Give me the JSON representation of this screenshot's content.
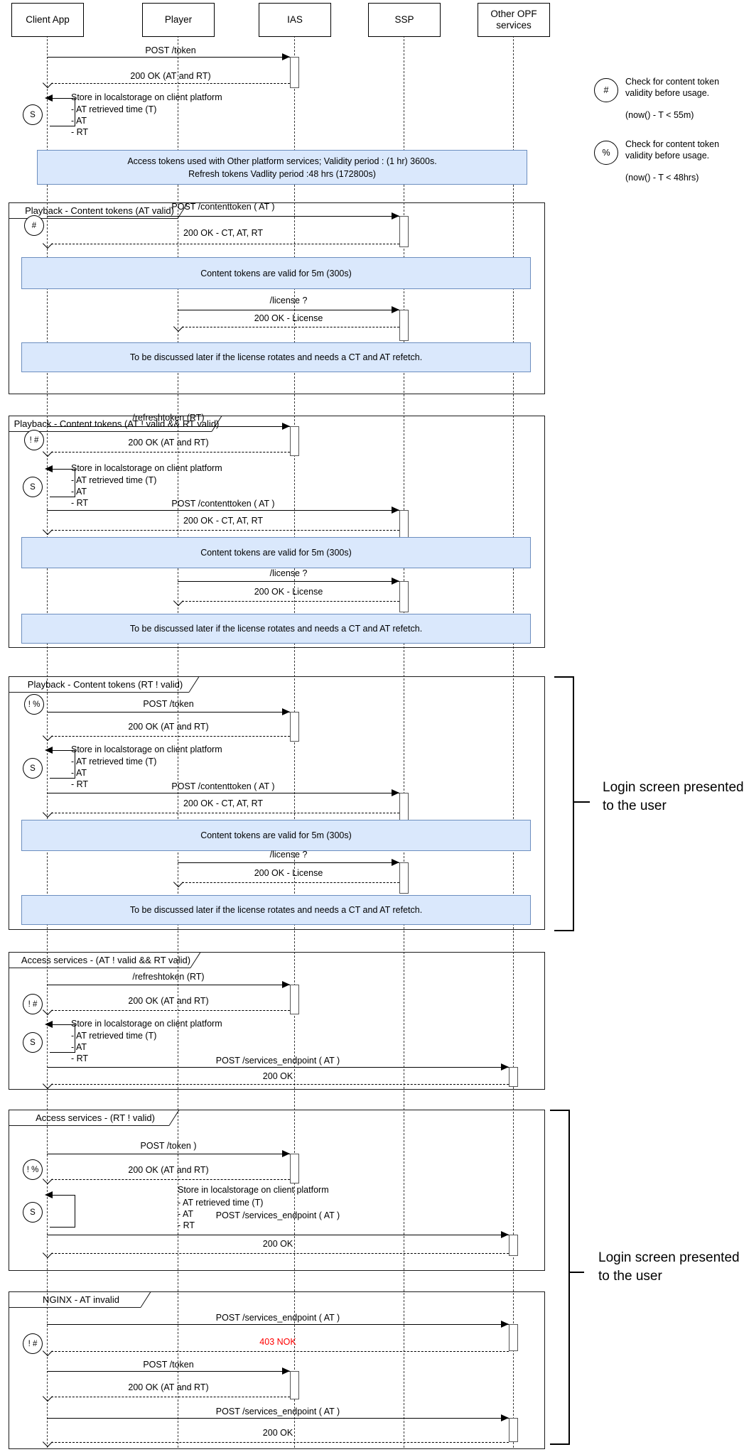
{
  "actors": [
    {
      "l1": "Client App",
      "l2": ""
    },
    {
      "l1": "Player",
      "l2": ""
    },
    {
      "l1": "IAS",
      "l2": ""
    },
    {
      "l1": "SSP",
      "l2": ""
    },
    {
      "l1": "Other OPF",
      "l2": "services"
    }
  ],
  "legend": {
    "hash": {
      "symbol": "#",
      "text1": "Check for content token",
      "text2": "validity before usage.",
      "cond": "(now() - T < 55m)"
    },
    "pct": {
      "symbol": "%",
      "text1": "Check for content token",
      "text2": "validity before usage.",
      "cond": "(now() - T <  48hrs)"
    }
  },
  "top": {
    "m1": "POST /token",
    "m2": "200 OK (AT and RT)",
    "sbadge": "S",
    "s1": "Store in localstorage on client platform",
    "s2": "- AT retrieved time (T)",
    "s3": "- AT",
    "s4": "- RT",
    "note_l1": "Access tokens used with Other platform services; Validity period : (1 hr) 3600s.",
    "note_l2": "Refresh tokens Vadlity period :48 hrs (172800s)"
  },
  "f1": {
    "title": "Playback - Content tokens (AT valid)",
    "badge": "#",
    "m1": "POST /contenttoken ( AT )",
    "m2": "200 OK - CT, AT, RT",
    "note1": "Content tokens are valid for 5m (300s)",
    "m3": "/license ?",
    "m4": "200 OK - License",
    "note2": "To be discussed later if the license rotates and needs a CT and AT refetch."
  },
  "f2": {
    "title": "Playback - Content tokens (AT ! valid && RT valid)",
    "badge": "! #",
    "m1": "/refreshtoken (RT)",
    "m2": "200 OK (AT and RT)",
    "sbadge": "S",
    "s1": "Store in localstorage on client platform",
    "s2": "- AT retrieved time (T)",
    "s3": "- AT",
    "s4": "- RT",
    "m3": "POST /contenttoken ( AT )",
    "m4": "200 OK - CT, AT, RT",
    "note1": "Content tokens are valid for 5m (300s)",
    "m5": "/license ?",
    "m6": "200 OK - License",
    "note2": "To be discussed later if the license rotates and needs a CT and AT refetch."
  },
  "f3": {
    "title": "Playback - Content tokens (RT ! valid)",
    "badge": "! %",
    "m1": "POST /token",
    "m2": "200 OK (AT and RT)",
    "sbadge": "S",
    "s1": "Store in localstorage on client platform",
    "s2": "- AT retrieved time (T)",
    "s3": "- AT",
    "s4": "- RT",
    "m3": "POST /contenttoken ( AT )",
    "m4": "200 OK - CT, AT, RT",
    "note1": "Content tokens are valid for 5m (300s)",
    "m5": "/license ?",
    "m6": "200 OK - License",
    "note2": "To be discussed later if the license rotates and needs a CT and AT refetch."
  },
  "f4": {
    "title": "Access services - (AT ! valid && RT valid)",
    "badge": "! #",
    "m1": "/refreshtoken (RT)",
    "m2": "200 OK (AT and RT)",
    "sbadge": "S",
    "s1": "Store in localstorage on client platform",
    "s2": "- AT retrieved time (T)",
    "s3": "- AT",
    "s4": "- RT",
    "m3": "POST /services_endpoint ( AT )",
    "m4": "200 OK"
  },
  "f5": {
    "title": "Access services - (RT ! valid)",
    "badge": "! %",
    "m1": "POST /token )",
    "m2": "200 OK (AT and RT)",
    "sbadge": "S",
    "s1": "Store in localstorage on client platform",
    "s2": "- AT retrieved time (T)",
    "s3": "- AT",
    "s4": "- RT",
    "m3": "POST /services_endpoint ( AT )",
    "m4": "200 OK"
  },
  "f6": {
    "title": "NGINX - AT invalid",
    "badge": "! #",
    "m1": "POST /services_endpoint ( AT )",
    "m2": "403 NOK",
    "m3": "POST /token",
    "m4": "200 OK (AT and RT)",
    "m5": "POST /services_endpoint ( AT )",
    "m6": "200 OK"
  },
  "b1": {
    "l1": "Login screen presented",
    "l2": "to the user"
  },
  "b2": {
    "l1": "Login screen presented",
    "l2": "to the user"
  },
  "colors": {
    "note_bg": "#dae8fc",
    "note_border": "#6c8ebf",
    "error_text": "#ff0000"
  }
}
